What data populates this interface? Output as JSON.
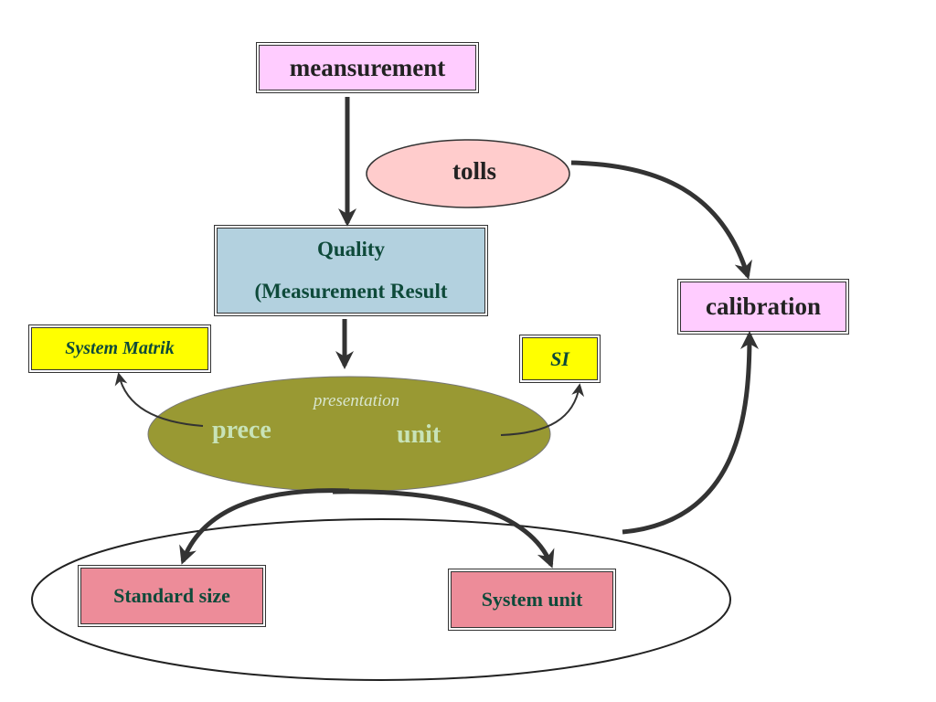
{
  "nodes": {
    "measurement": "meansurement",
    "tools": "tolls",
    "quality_line1": "Quality",
    "quality_line2": "(Measurement Result",
    "calibration": "calibration",
    "system_matrik": "System Matrik",
    "si": "SI",
    "presentation": "presentation",
    "prece": "prece",
    "unit": "unit",
    "standard_size": "Standard size",
    "system_unit": "System unit"
  },
  "colors": {
    "pink_box": "#ffccff",
    "blue_box": "#b3d1df",
    "yellow_box": "#ffff00",
    "red_box": "#ed8c99",
    "tools_ellipse": "#ffcccc",
    "olive_ellipse": "#999933",
    "arrow": "#333333"
  }
}
